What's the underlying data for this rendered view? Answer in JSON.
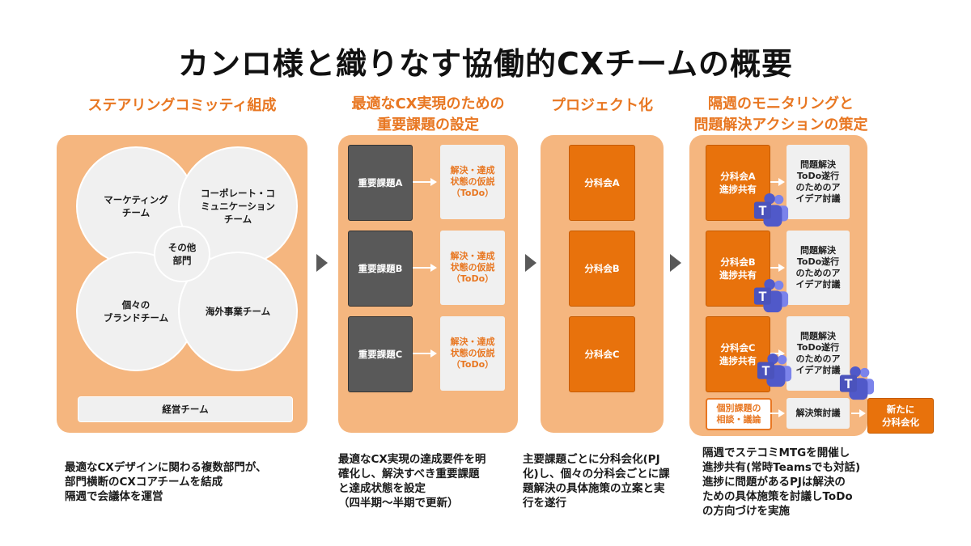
{
  "title": "カンロ様と織りなす協働的CXチームの概要",
  "columns": {
    "c1": {
      "heading": "ステアリングコミッティ組成",
      "circles": {
        "marketing": "マーケティング\nチーム",
        "corporate": "コーポレート・コ\nミュニケーション\nチーム",
        "other": "その他\n部門",
        "brand": "個々の\nブランドチーム",
        "overseas": "海外事業チーム"
      },
      "management": "経営チーム",
      "description": "最適なCXデザインに関わる複数部門が、\n部門横断のCXコアチームを結成\n隔週で会議体を運営"
    },
    "c2": {
      "heading": "最適なCX実現のための\n重要課題の設定",
      "issues": [
        "重要課題A",
        "重要課題B",
        "重要課題C"
      ],
      "hypothesis": "解決・達成\n状態の仮説\n（ToDo）",
      "description": "最適なCX実現の達成要件を明\n確化し、解決すべき重要課題\nと達成状態を設定\n（四半期〜半期で更新）"
    },
    "c3": {
      "heading": "プロジェクト化",
      "subcommittees": [
        "分科会A",
        "分科会B",
        "分科会C"
      ],
      "description": "主要課題ごとに分科会化(PJ\n化)し、個々の分科会ごとに課\n題解決の具体施策の立案と実\n行を遂行"
    },
    "c4": {
      "heading": "隔週のモニタリングと\n問題解決アクションの策定",
      "progress": [
        "分科会A\n進捗共有",
        "分科会B\n進捗共有",
        "分科会C\n進捗共有"
      ],
      "discussion": "問題解決\nToDo遂行\nのためのア\nイデア討議",
      "individual": "個別課題の\n相談・議論",
      "solution": "解決策討議",
      "new_sub": "新たに\n分科会化",
      "description": "隔週でステコミMTGを開催し\n進捗共有(常時Teamsでも対話)\n進捗に問題があるPJは解決の\nための具体施策を討議しToDo\nの方向づけを実施"
    }
  },
  "icons": {
    "teams": "microsoft-teams-icon",
    "step_arrow": "chevron-right-icon"
  },
  "colors": {
    "accent": "#e87722",
    "panel": "#f5b67f",
    "box_dark": "#595959",
    "box_orange": "#e8720c",
    "teams": "#5059c9"
  }
}
